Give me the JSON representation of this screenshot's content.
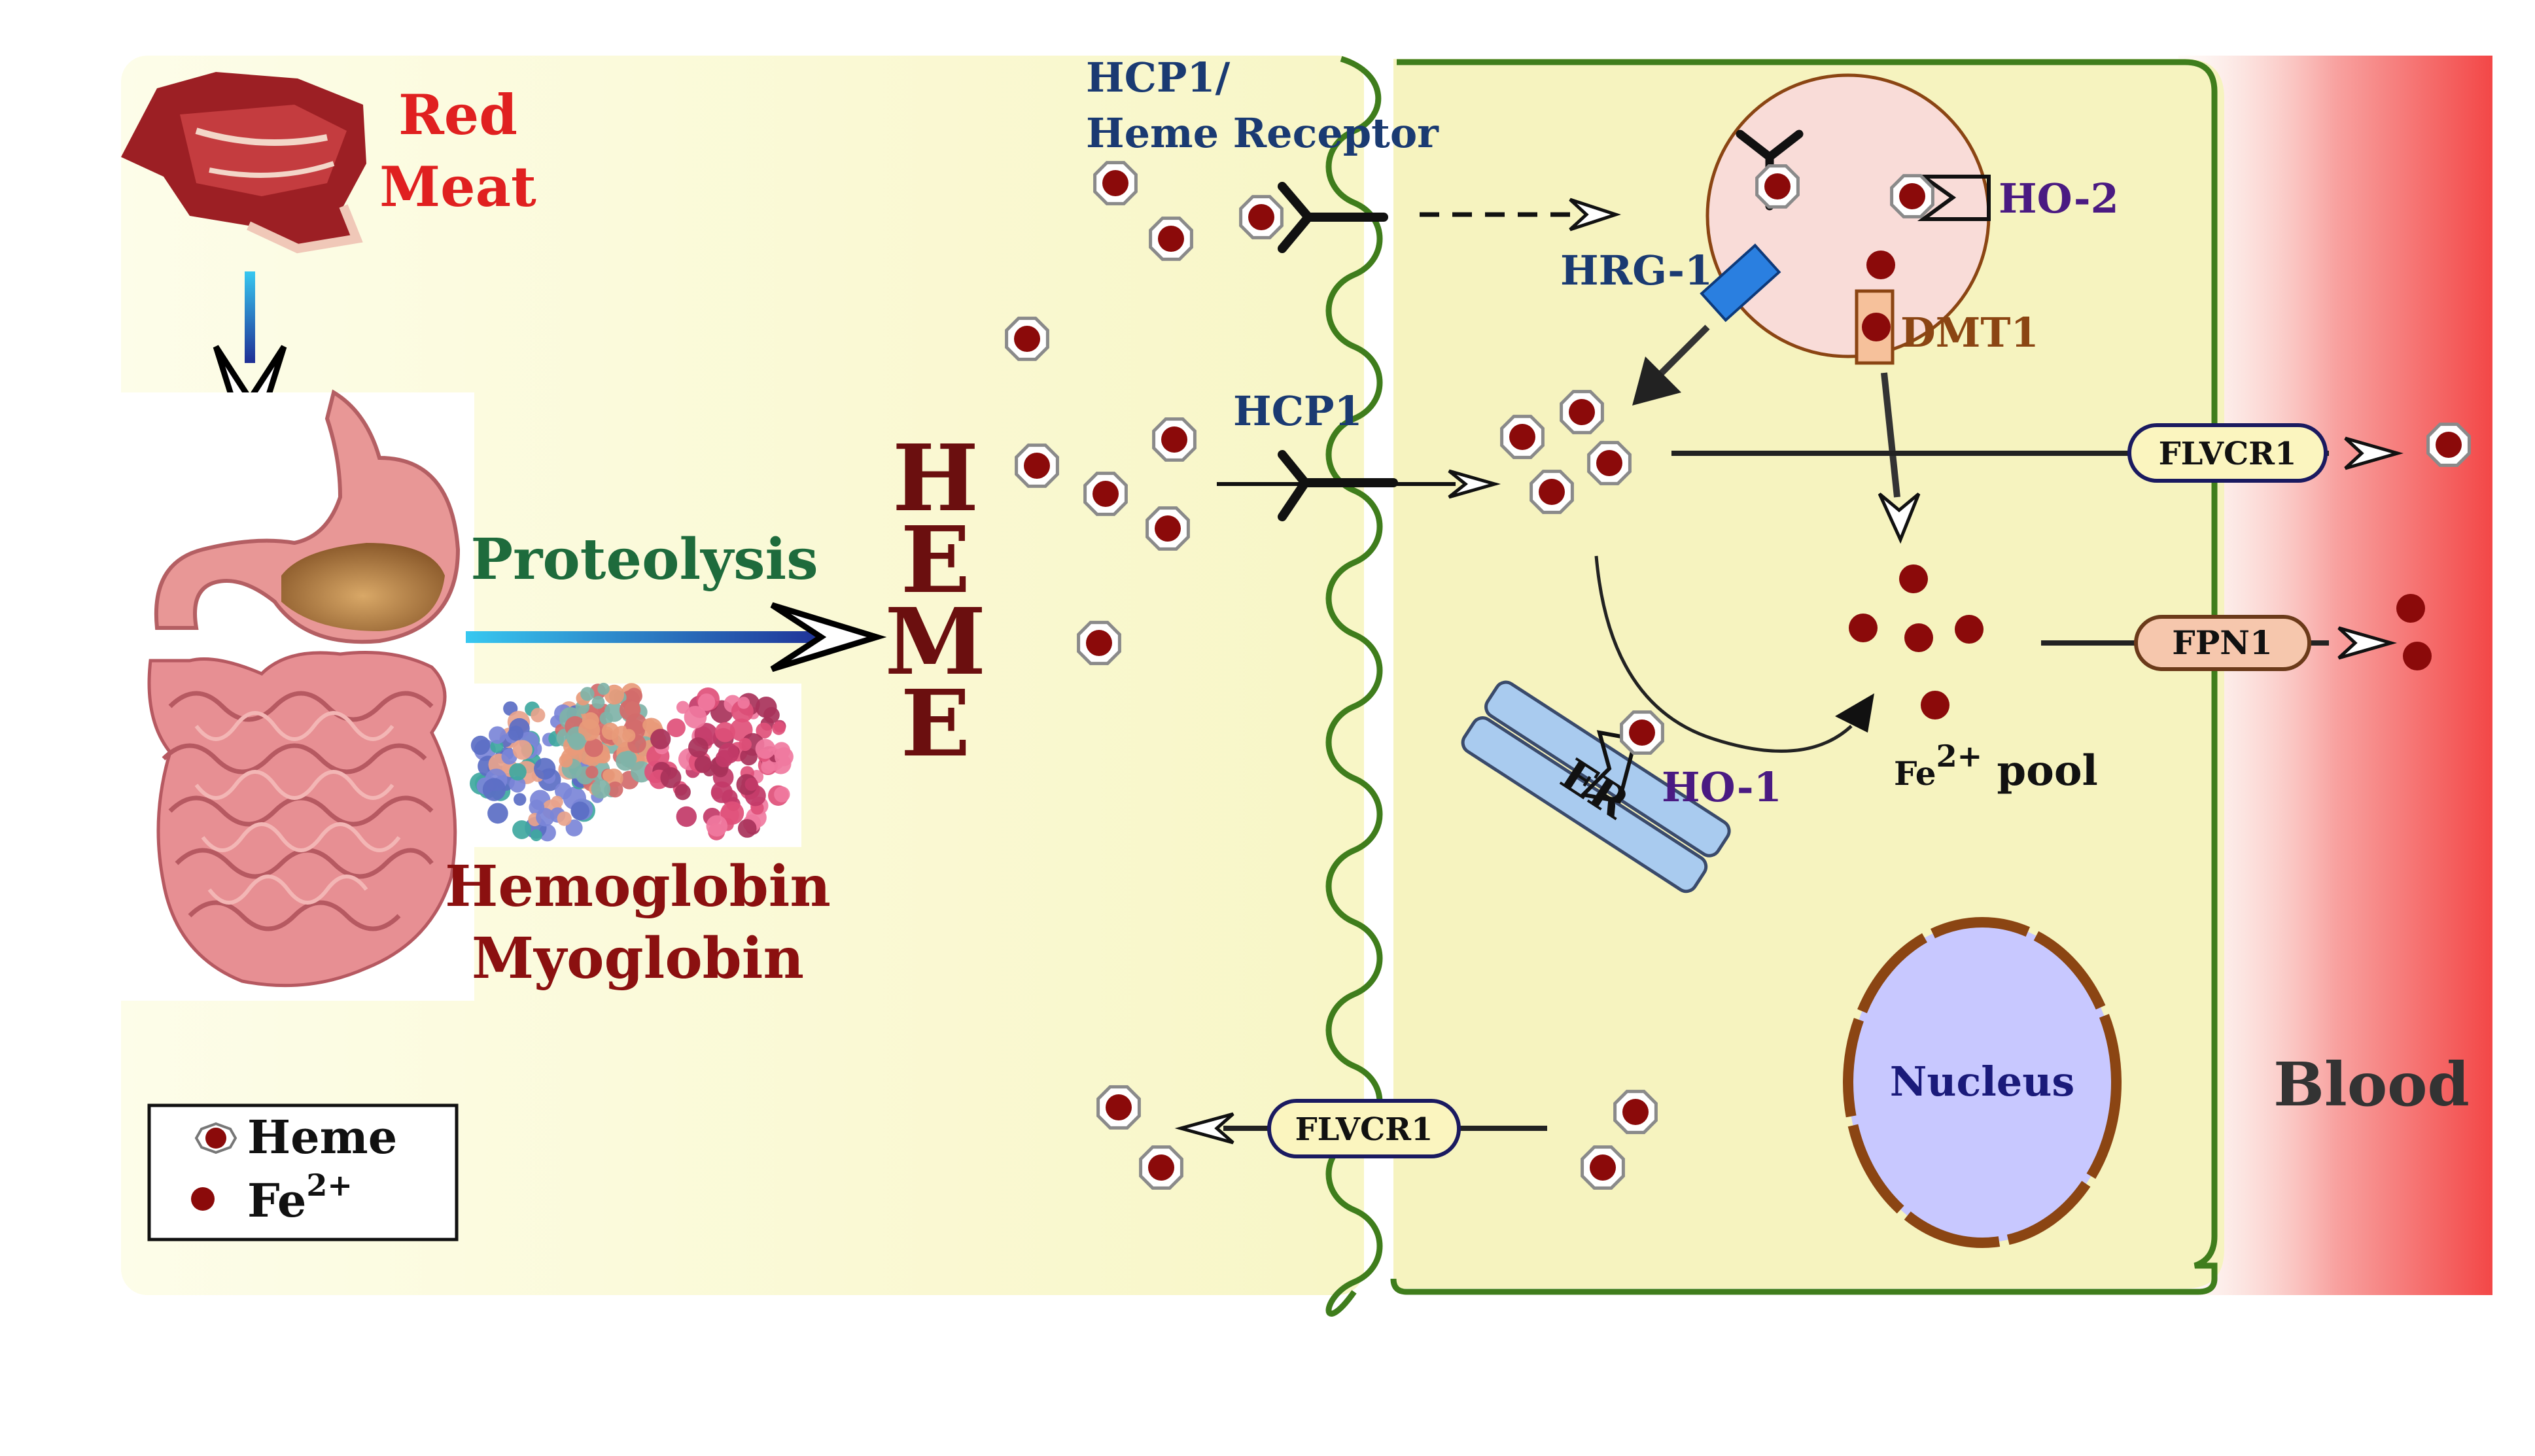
{
  "labels": {
    "red_meat_line1": "Red",
    "red_meat_line2": "Meat",
    "proteolysis": "Proteolysis",
    "heme_letters": [
      "H",
      "E",
      "M",
      "E"
    ],
    "hemoglobin": "Hemoglobin",
    "myoglobin": "Myoglobin",
    "hcp1_receptor_line1": "HCP1/",
    "hcp1_receptor_line2": "Heme Receptor",
    "hcp1": "HCP1",
    "hrg1": "HRG-1",
    "ho2": "HO-2",
    "dmt1": "DMT1",
    "ho1": "HO-1",
    "er": "ER",
    "fe_pool_prefix": "Fe",
    "fe_pool_sup": "2+",
    "fe_pool_suffix": " pool",
    "flvcr1_top": "FLVCR1",
    "flvcr1_bottom": "FLVCR1",
    "fpn1": "FPN1",
    "nucleus": "Nucleus",
    "blood": "Blood"
  },
  "legend": {
    "heme_label": "Heme",
    "fe_label": "Fe",
    "fe_sup": "2+"
  },
  "colors": {
    "lumen_bg": "#fcfbdc",
    "cell_bg": "#f6f3bf",
    "membrane": "#3f7d1c",
    "heme_dot": "#8b0a0a",
    "red_label": "#e02020",
    "dark_red_label": "#8b1010",
    "navy_label": "#1a3a72",
    "purple_label": "#4a1a82",
    "brown_label": "#8b4513",
    "proteolysis_green": "#1e6b3c",
    "endosome_fill": "#f9dcd8",
    "er_fill": "#a9cbef",
    "nucleus_fill": "#c8c8ff",
    "nucleus_border": "#8b4513",
    "flvcr1_fill": "#fbf5bf",
    "fpn1_fill": "#f6c7ad",
    "hrg1_fill": "#2a7fe0",
    "dmt1_fill": "#f6c19b",
    "blood_red": "#f34747"
  },
  "icons": {
    "meat": "red-meat-icon",
    "gi_tract": "stomach-intestine-icon",
    "proteins": "hemoglobin-myoglobin-protein-icon"
  }
}
